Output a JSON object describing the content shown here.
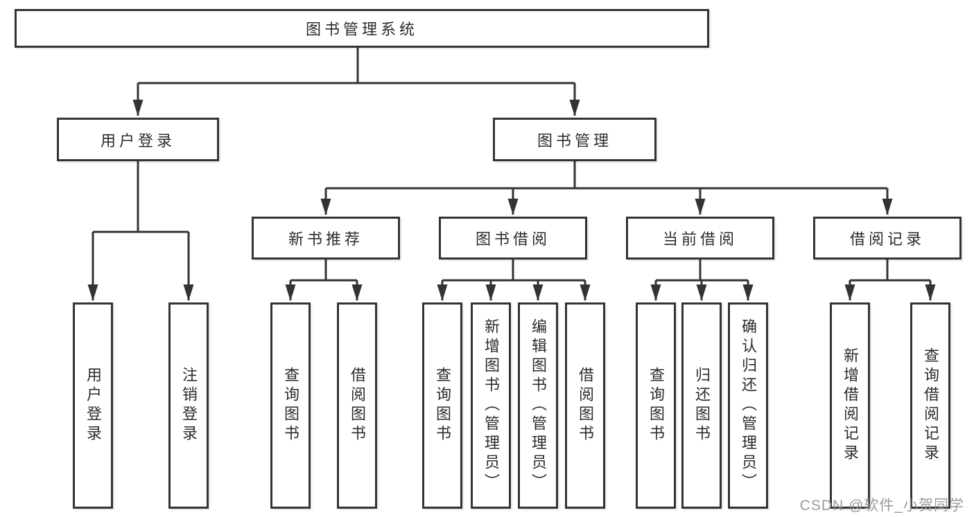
{
  "colors": {
    "background": "#ffffff",
    "line": "#333333",
    "box_border": "#333333",
    "text": "#2b2b2b",
    "watermark_text_color": "#919191"
  },
  "tree": {
    "root": "图书管理系统",
    "level2": [
      {
        "label": "用户登录",
        "children": [
          "用户登录",
          "注销登录"
        ]
      },
      {
        "label": "图书管理",
        "sections": [
          {
            "label": "新书推荐",
            "children": [
              "查询图书",
              "借阅图书"
            ]
          },
          {
            "label": "图书借阅",
            "children": [
              "查询图书",
              "新增图书（管理员）",
              "编辑图书（管理员）",
              "借阅图书"
            ]
          },
          {
            "label": "当前借阅",
            "children": [
              "查询图书",
              "归还图书",
              "确认归还（管理员）"
            ]
          },
          {
            "label": "借阅记录",
            "children": [
              "新增借阅记录",
              "查询借阅记录"
            ]
          }
        ]
      }
    ]
  },
  "watermark": {
    "text": "CSDN @软件_小贺同学"
  }
}
